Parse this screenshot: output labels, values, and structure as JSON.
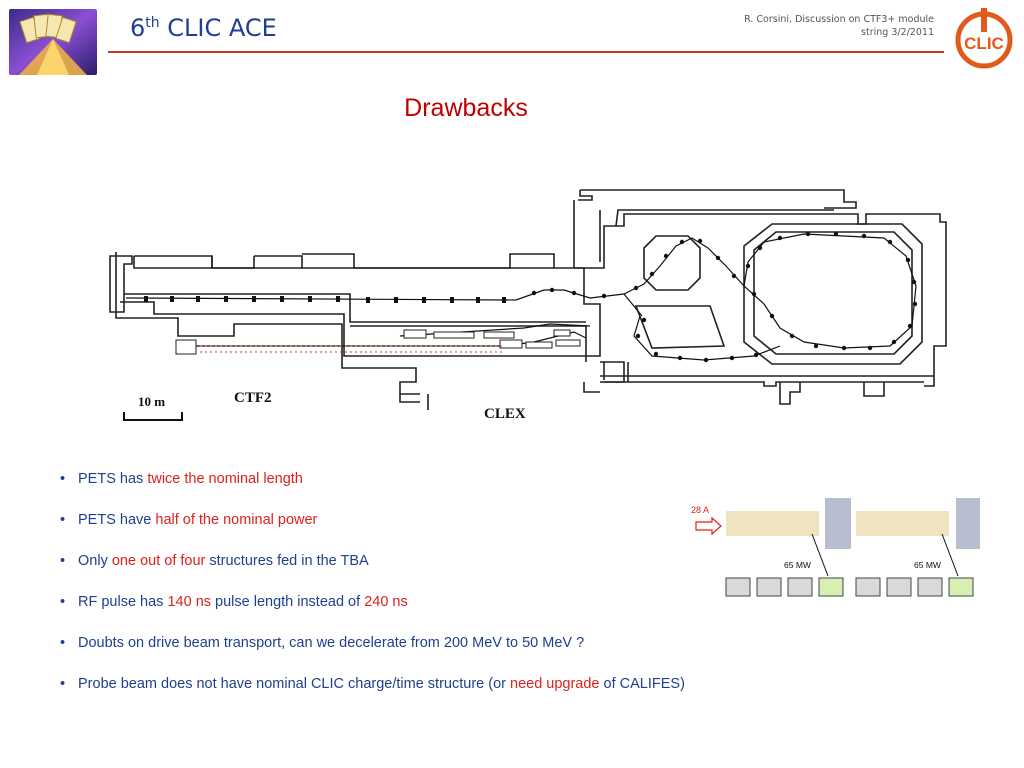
{
  "header": {
    "title_main": "6",
    "title_sup": "th",
    "title_rest": " CLIC ACE",
    "author_line1": "R. Corsini, Discussion on CTF3+ module",
    "author_line2": "string  3/2/2011",
    "logo_text": "CLIC"
  },
  "slide": {
    "title": "Drawbacks"
  },
  "beamline": {
    "scale_label": "10 m",
    "ctf2_label": "CTF2",
    "clex_label": "CLEX"
  },
  "bullets": [
    {
      "parts": [
        {
          "text": "PETS has "
        },
        {
          "text": "twice the nominal length",
          "hl": true
        }
      ]
    },
    {
      "parts": [
        {
          "text": "PETS have "
        },
        {
          "text": "half of the nominal power",
          "hl": true
        }
      ]
    },
    {
      "parts": [
        {
          "text": "Only "
        },
        {
          "text": "one out of four",
          "hl": true
        },
        {
          "text": " structures fed in the TBA"
        }
      ]
    },
    {
      "parts": [
        {
          "text": "RF pulse has "
        },
        {
          "text": "140 ns",
          "hl": true
        },
        {
          "text": " pulse length instead of "
        },
        {
          "text": "240 ns",
          "hl": true
        }
      ]
    },
    {
      "parts": [
        {
          "text": "Doubts on drive beam transport, can we decelerate from 200 MeV to 50 MeV ?"
        }
      ]
    },
    {
      "parts": [
        {
          "text": "Probe beam does not have nominal CLIC charge/time structure (or "
        },
        {
          "text": "need upgrade",
          "hl": true
        },
        {
          "text": " of CALIFES)"
        }
      ]
    }
  ],
  "schematic": {
    "current_label": "28 A",
    "power_left": "65 MW",
    "power_right": "65 MW"
  },
  "colors": {
    "title_red": "#c00000",
    "highlight_red": "#e0201b",
    "text_blue": "#1f3f8f",
    "pets_fill": "#efe3c0",
    "quad_fill": "#b9bdd0",
    "structure_fill": "#d9d9d9",
    "active_fill": "#d6f0b4"
  }
}
